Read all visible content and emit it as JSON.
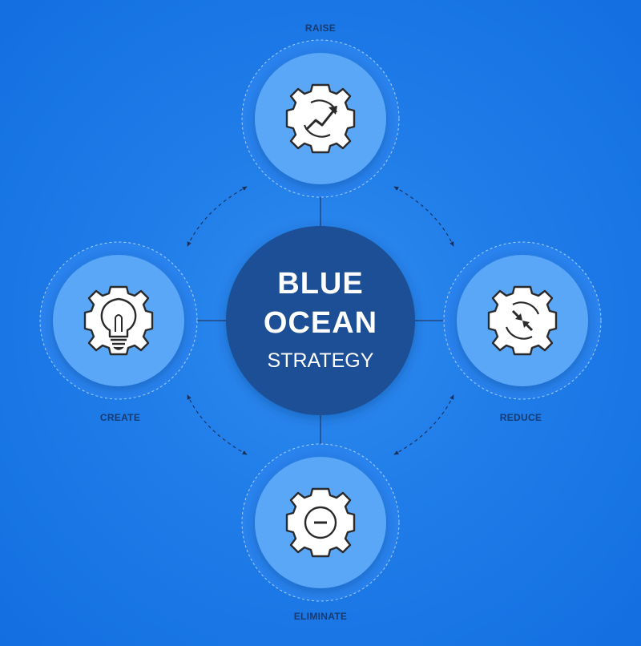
{
  "diagram": {
    "center": {
      "line1": "BLUE",
      "line2": "OCEAN",
      "line3": "STRATEGY"
    },
    "nodes": [
      {
        "id": "raise",
        "label": "RAISE",
        "icon": "gear-trend-up-icon"
      },
      {
        "id": "reduce",
        "label": "REDUCE",
        "icon": "gear-reduce-arrows-icon"
      },
      {
        "id": "eliminate",
        "label": "ELIMINATE",
        "icon": "gear-minus-icon"
      },
      {
        "id": "create",
        "label": "CREATE",
        "icon": "gear-lightbulb-icon"
      }
    ]
  },
  "colors": {
    "background": "#1f7ce8",
    "outer_circle": "#2b85ef",
    "inner_circle": "#5aa7f8",
    "center_circle": "#1b4f96",
    "label": "#163c73",
    "icon_stroke": "#2a2a2a",
    "icon_fill": "#ffffff"
  }
}
